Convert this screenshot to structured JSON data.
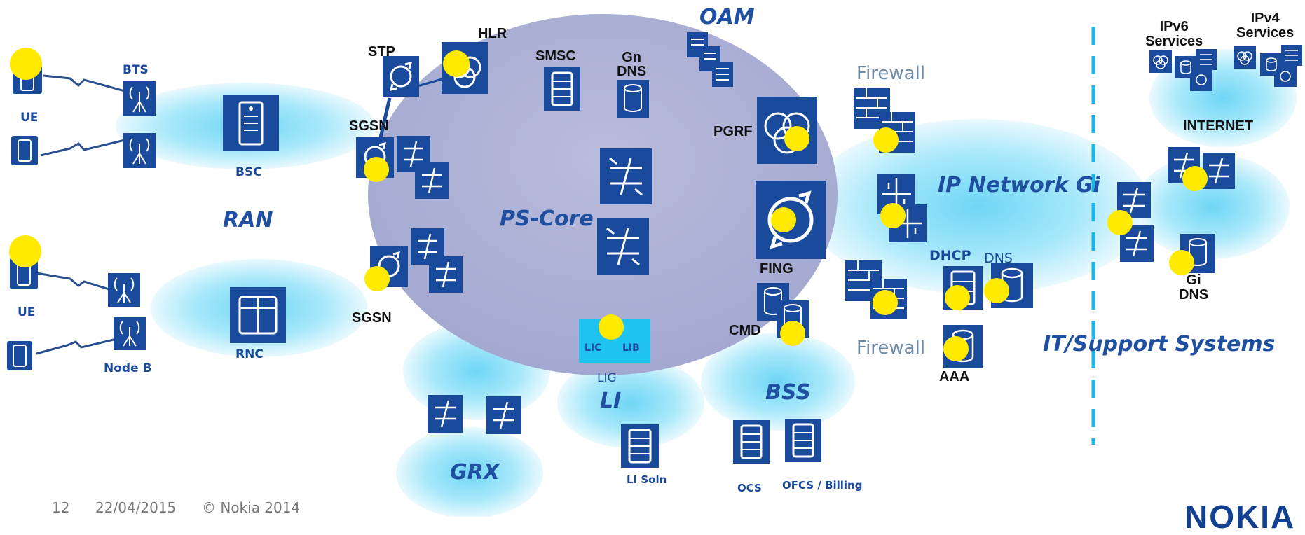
{
  "zones": {
    "ran": "RAN",
    "ps_core": "PS-Core",
    "oam": "OAM",
    "ip_network": "IP Network Gi",
    "it_support": "IT/Support Systems",
    "li": "LI",
    "bss": "BSS",
    "grx": "GRX",
    "internet": "INTERNET"
  },
  "labels": {
    "bts": "BTS",
    "ue_top": "UE",
    "bsc": "BSC",
    "ue_bottom": "UE",
    "node_b": "Node B",
    "rnc": "RNC",
    "stp": "STP",
    "hlr": "HLR",
    "smsc": "SMSC",
    "gn_dns": "Gn\nDNS",
    "sgsn_top": "SGSN",
    "sgsn_bottom": "SGSN",
    "pgrf": "PGRF",
    "fing": "FING",
    "cmd": "CMD",
    "lig": "LIG",
    "lic": "LIC",
    "lib": "LIB",
    "li_soln": "LI Soln",
    "ocs": "OCS",
    "ofcs_billing": "OFCS / Billing",
    "firewall_top": "Firewall",
    "firewall_bottom": "Firewall",
    "dhcp": "DHCP",
    "dns": "DNS",
    "aaa": "AAA",
    "ipv6_services": "IPv6\nServices",
    "ipv4_services": "IPv4\nServices",
    "gi_dns": "Gi\nDNS"
  },
  "footer": {
    "page_number": "12",
    "date": "22/04/2015",
    "copyright": "© Nokia 2014",
    "logo": "NOKIA"
  },
  "colors": {
    "icon_blue": "#1a4a9c",
    "cloud_light": "#bfeefc",
    "cloud_dark": "#7fdaf5",
    "core_lavender": "#a7abd3",
    "marker_yellow": "#ffea00",
    "divider_cyan": "#19b6e8",
    "lic_box": "#1fc3f0"
  }
}
